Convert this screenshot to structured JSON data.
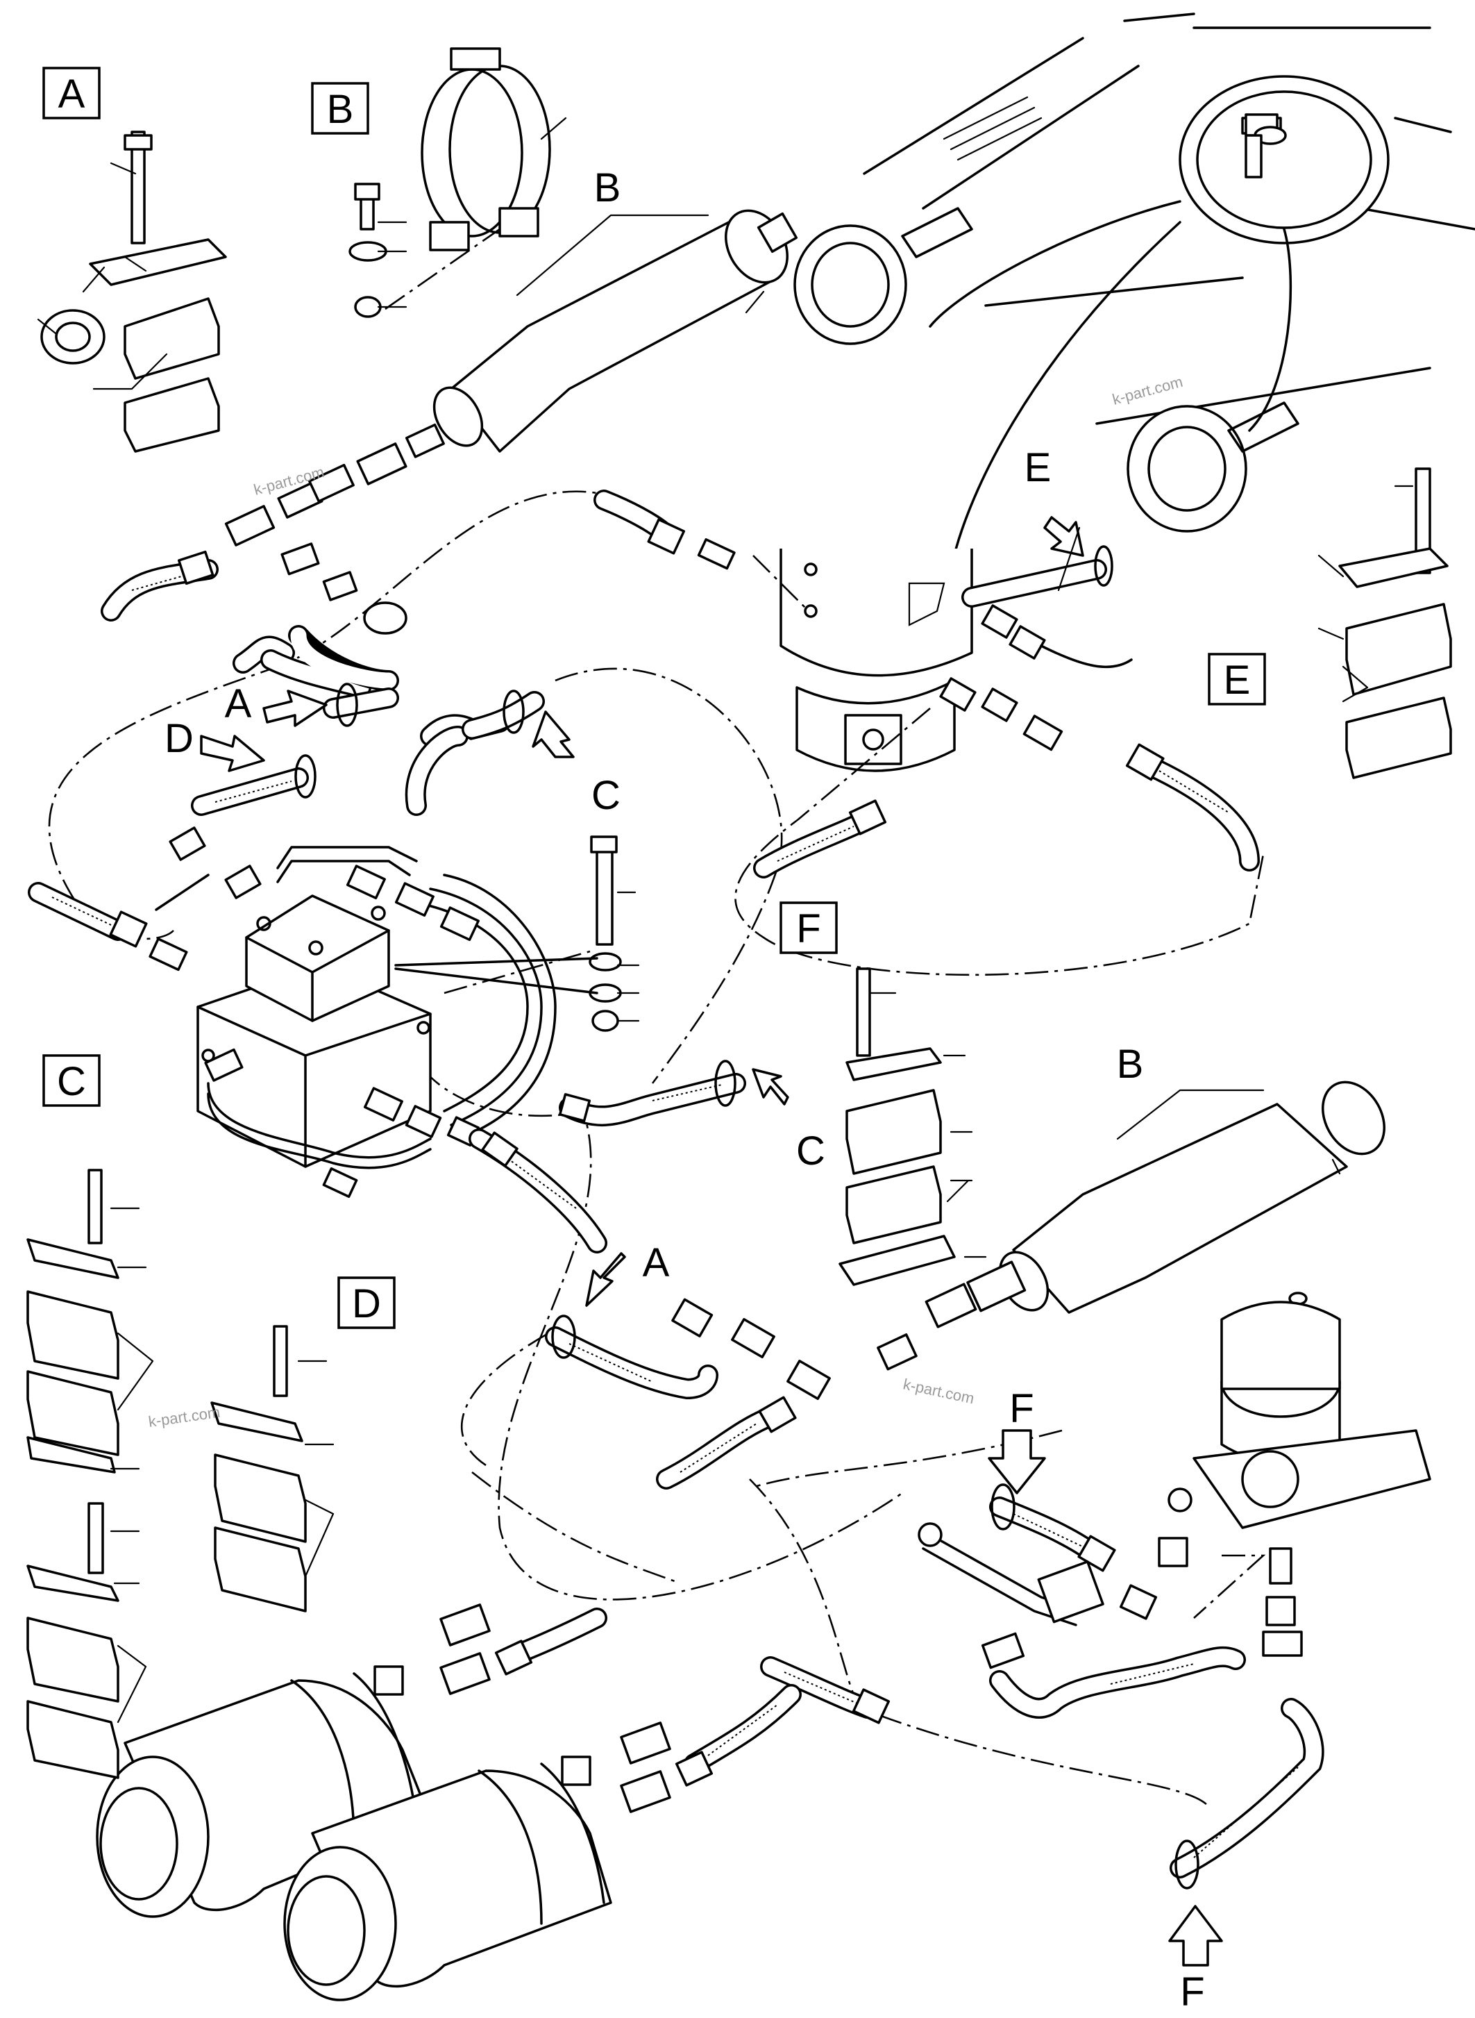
{
  "figure": {
    "box_labels": {
      "A": "A",
      "B": "B",
      "C": "C",
      "D": "D",
      "E": "E",
      "F": "F"
    },
    "callouts": {
      "b_top": "B",
      "b_mid": "B",
      "e_arrow": "E",
      "a_upper": "A",
      "d_upper": "D",
      "c_upper": "C",
      "c_mid": "C",
      "a_lower": "A",
      "f_mid": "F",
      "f_bottom": "F"
    },
    "watermarks": {
      "w1": "k-part.com",
      "w2": "k-part.com",
      "w3": "k-part.com",
      "w4": "k-part.com"
    }
  },
  "colors": {
    "line": "#000000",
    "background": "#ffffff",
    "watermark": "#9a9a9a"
  }
}
